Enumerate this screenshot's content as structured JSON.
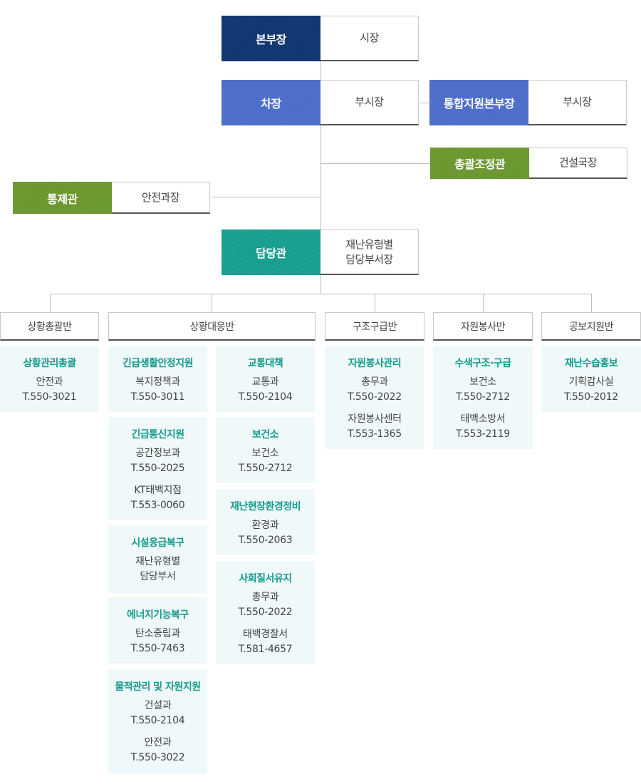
{
  "top": {
    "chief": {
      "role": "본부장",
      "holder": "시장"
    },
    "vice": {
      "role": "차장",
      "holder": "부시장"
    },
    "integrated": {
      "role": "통합지원본부장",
      "holder": "부시장"
    },
    "coordinator": {
      "role": "총괄조정관",
      "holder": "건설국장"
    },
    "controller": {
      "role": "통제관",
      "holder": "안전과장"
    },
    "officer": {
      "role": "담당관",
      "holder_line1": "재난유형별",
      "holder_line2": "담당부서장"
    }
  },
  "colors": {
    "navy": "#0f3470",
    "blue": "#4b6cc9",
    "olive": "#6a962e",
    "teal": "#149e8e",
    "title_text": "#139a8c",
    "card_bg": "#f0f9fa"
  },
  "teams": {
    "t1": {
      "name": "상황총괄반",
      "c1": {
        "title": "상황관리총괄",
        "dept": "안전과",
        "tel": "T.550-3021"
      }
    },
    "t2": {
      "name": "상황대응반",
      "c1": {
        "title": "긴급생활안정지원",
        "dept": "복지정책과",
        "tel": "T.550-3011"
      },
      "c2": {
        "title": "긴급통신지원",
        "dept": "공간정보과",
        "tel": "T.550-2025",
        "dept2": "KT태백지점",
        "tel2": "T.553-0060"
      },
      "c3": {
        "title": "시설응급복구",
        "line1": "재난유형별",
        "line2": "담당부서"
      },
      "c4": {
        "title": "에너지기능복구",
        "dept": "탄소중립과",
        "tel": "T.550-7463"
      },
      "c5": {
        "title": "물적관리 및 자원지원",
        "dept": "건설과",
        "tel": "T.550-2104",
        "dept2": "안전과",
        "tel2": "T.550-3022"
      },
      "d1": {
        "title": "교통대책",
        "dept": "교통과",
        "tel": "T.550-2104"
      },
      "d2": {
        "title": "보건소",
        "dept": "보건소",
        "tel": "T.550-2712"
      },
      "d3": {
        "title": "재난현장환경정비",
        "dept": "환경과",
        "tel": "T.550-2063"
      },
      "d4": {
        "title": "사회질서유지",
        "dept": "총무과",
        "tel": "T.550-2022",
        "dept2": "태백경찰서",
        "tel2": "T.581-4657"
      }
    },
    "t3": {
      "name": "구조구급반",
      "c1": {
        "title": "자원봉사관리",
        "dept": "총무과",
        "tel": "T.550-2022",
        "dept2": "자원봉사센터",
        "tel2": "T.553-1365"
      }
    },
    "t4": {
      "name": "자원봉사반",
      "c1": {
        "title": "수색구조·구급",
        "dept": "보건소",
        "tel": "T.550-2712",
        "dept2": "태백소방서",
        "tel2": "T.553-2119"
      }
    },
    "t5": {
      "name": "공보지원반",
      "c1": {
        "title": "재난수습홍보",
        "dept": "기획감사실",
        "tel": "T.550-2012"
      }
    }
  }
}
